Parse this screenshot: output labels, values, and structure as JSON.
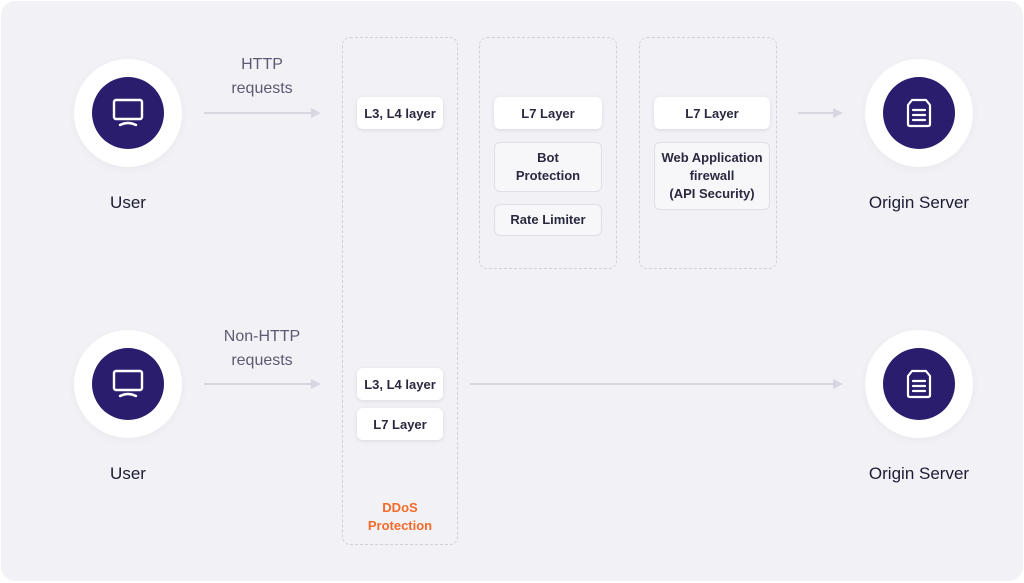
{
  "nodes": {
    "user_top": {
      "label": "User",
      "icon": "monitor-icon"
    },
    "user_bottom": {
      "label": "User",
      "icon": "monitor-icon"
    },
    "origin_top": {
      "label": "Origin Server",
      "icon": "server-icon"
    },
    "origin_bottom": {
      "label": "Origin Server",
      "icon": "server-icon"
    }
  },
  "flows": {
    "top": {
      "line1": "HTTP",
      "line2": "requests"
    },
    "bottom": {
      "line1": "Non-HTTP",
      "line2": "requests"
    }
  },
  "ddos_group": {
    "top_chip": "L3, L4 layer",
    "bottom_chips": [
      "L3, L4 layer",
      "L7 Layer"
    ],
    "label_line1": "DDoS",
    "label_line2": "Protection"
  },
  "bot_group": {
    "header": "L7 Layer",
    "items": [
      {
        "line1": "Bot",
        "line2": "Protection"
      },
      {
        "line1": "Rate Limiter"
      }
    ]
  },
  "waf_group": {
    "header": "L7 Layer",
    "item": {
      "line1": "Web Application",
      "line2": "firewall",
      "line3": "(API Security)"
    }
  },
  "colors": {
    "background": "#f2f2f6",
    "node_core": "#2b1d6e",
    "ddos_accent": "#f26b2a",
    "arrow": "#d6d7e0"
  }
}
